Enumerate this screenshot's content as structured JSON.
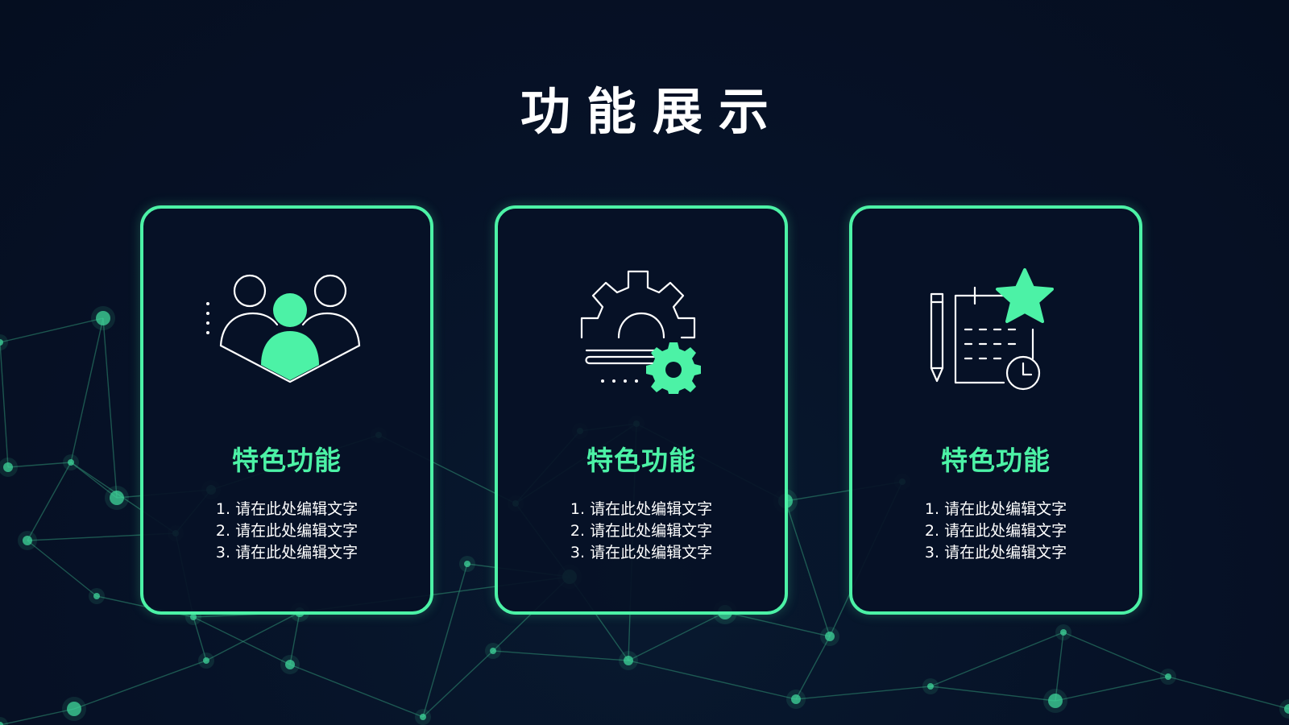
{
  "title": "功能展示",
  "colors": {
    "background": "#061126",
    "accent": "#4cf2a6",
    "text": "#ffffff"
  },
  "cards": [
    {
      "icon": "team-icon",
      "heading": "特色功能",
      "items": [
        "1. 请在此处编辑文字",
        "2. 请在此处编辑文字",
        "3. 请在此处编辑文字"
      ]
    },
    {
      "icon": "gear-settings-icon",
      "heading": "特色功能",
      "items": [
        "1. 请在此处编辑文字",
        "2. 请在此处编辑文字",
        "3. 请在此处编辑文字"
      ]
    },
    {
      "icon": "schedule-star-icon",
      "heading": "特色功能",
      "items": [
        "1. 请在此处编辑文字",
        "2. 请在此处编辑文字",
        "3. 请在此处编辑文字"
      ]
    }
  ]
}
